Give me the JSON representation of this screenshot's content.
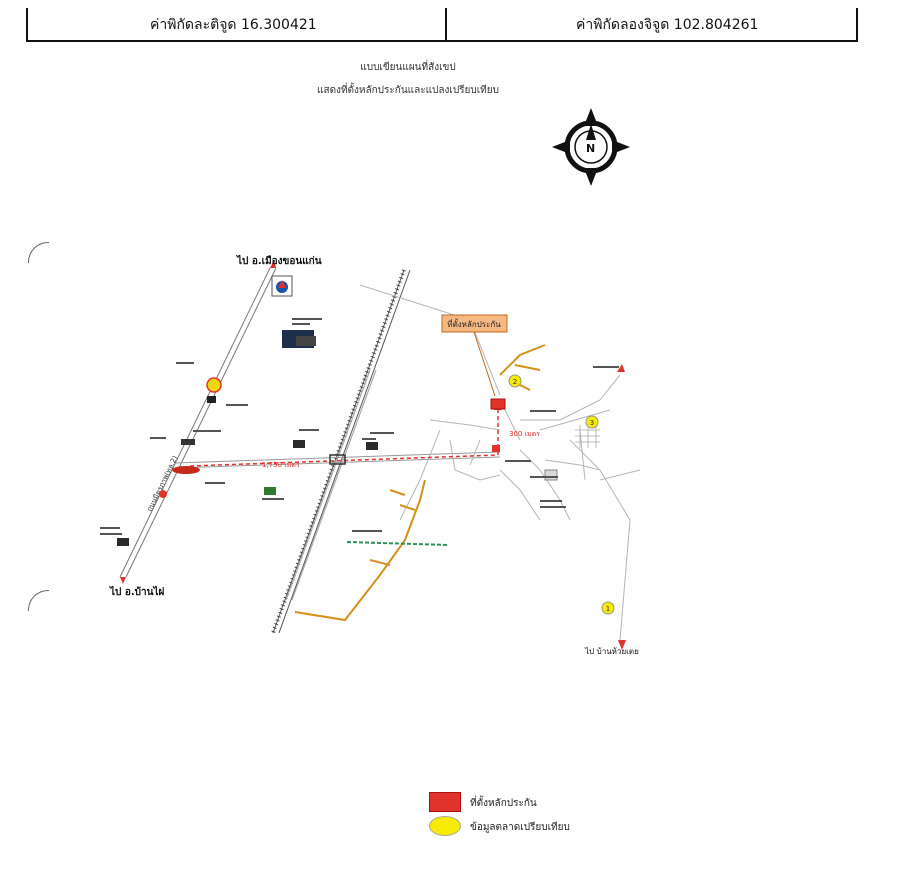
{
  "header": {
    "latitude_text": "ค่าพิกัดละติจูด 16.300421",
    "longitude_text": "ค่าพิกัดลองจิจูด 102.804261"
  },
  "title": {
    "line1": "แบบเขียนแผนที่สังเขป",
    "line2": "แสดงที่ตั้งหลักประกันและแปลงเปรียบเทียบ"
  },
  "compass": {
    "north_label": "N"
  },
  "map": {
    "to_khon_kaen": "ไป อ.เมืองขอนแก่น",
    "to_ban_phai": "ไป อ.บ้านไผ่",
    "to_ban_huai_toei": "ไป บ้านห้วยเตย",
    "collateral_callout": "ที่ตั้งหลักประกัน",
    "distance_1": "1,750 เมตร",
    "distance_2": "300 เมตร",
    "road_name": "ถนนมิตรภาพ(ทล.2)",
    "comparable_markers": [
      "1",
      "2",
      "3"
    ],
    "colors": {
      "collateral": "#e0332c",
      "comparable": "#f7ec00",
      "route": "#e0332c",
      "orange_road": "#d4901a",
      "green_canal": "#2f8f5a"
    }
  },
  "legend": {
    "collateral_label": "ที่ตั้งหลักประกัน",
    "comparable_label": "ข้อมูลตลาดเปรียบเทียบ"
  }
}
